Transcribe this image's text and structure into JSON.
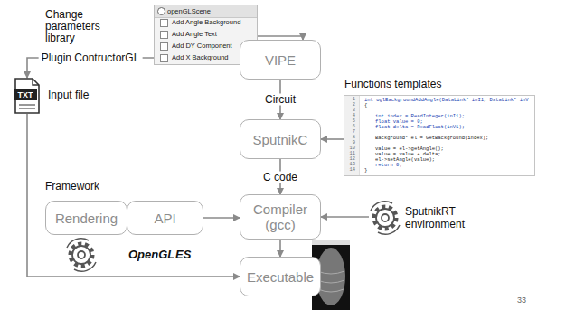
{
  "diagram": {
    "nodes": [
      {
        "text": [
          "openGLScene"
        ]
      },
      {
        "text": [
          "VIPE"
        ]
      },
      {
        "text": [
          "TXT",
          "Input file"
        ]
      },
      {
        "text": [
          "Functions templates",
          "int oglBackgroundAddAngle(DataLink* inI1, DataLink* inV",
          "{",
          "int index = ReadInteger(inI1);",
          "float value = 0;",
          "float delta = ReadFloat(inV1);",
          "Background* el = GetBackground(index);",
          "value = el->getAngle();",
          "value = value + delta;",
          "el->setAngle(value);",
          "return 0;",
          "}"
        ]
      },
      {
        "text": [
          "SputnikC"
        ]
      },
      {
        "text": [
          "Rendering"
        ]
      },
      {
        "text": [
          "API"
        ]
      },
      {
        "text": [
          "Compiler (gcc)"
        ]
      },
      {
        "text": [
          "SputnikRT environment"
        ]
      },
      {
        "text": [
          "Executable"
        ]
      }
    ],
    "edges": [
      {
        "from": 0,
        "to": 1,
        "arrow": "to"
      },
      {
        "from": 1,
        "to": 2,
        "label": "Plugin ContructorGL",
        "arrow": "to"
      },
      {
        "from": 1,
        "to": 4,
        "label": "Circuit",
        "arrow": "to"
      },
      {
        "from": 3,
        "to": 4,
        "arrow": "to"
      },
      {
        "from": 4,
        "to": 7,
        "label": "C code",
        "arrow": "to"
      },
      {
        "from": 6,
        "to": 7,
        "arrow": "to"
      },
      {
        "from": 8,
        "to": 7,
        "arrow": "to"
      },
      {
        "from": 7,
        "to": 9,
        "arrow": "to"
      },
      {
        "from": 2,
        "to": 9,
        "arrow": "to"
      }
    ],
    "labels": [
      "Change parameters library",
      "Add Angle Background",
      "Add Angle Text",
      "Add DY Component",
      "Add X Background",
      "Framework",
      "OpenGL",
      "ES",
      "1",
      "2",
      "3",
      "4",
      "5",
      "6",
      "7",
      "8",
      "9",
      "10",
      "11",
      "12",
      "13",
      "14",
      "33"
    ]
  }
}
